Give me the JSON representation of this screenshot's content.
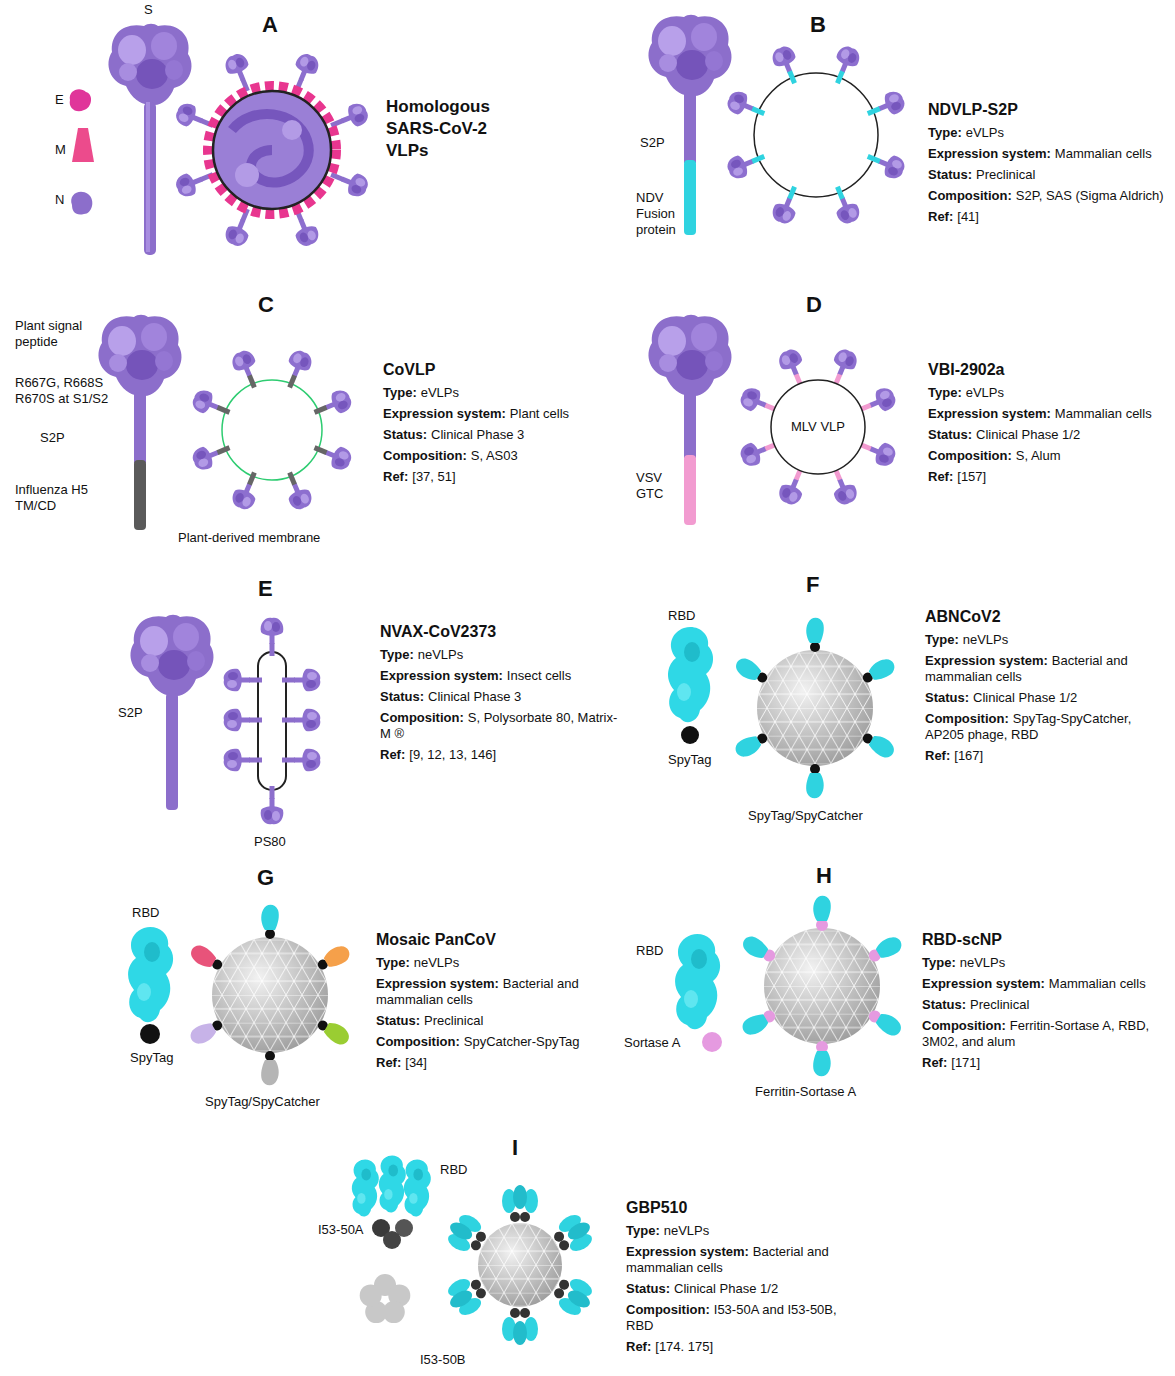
{
  "diagram": {
    "nodes": [
      {
        "text": [
          "MLV VLP"
        ]
      }
    ],
    "labels": [
      "A",
      "S",
      "E",
      "M",
      "N",
      "Homologous SARS-CoV-2 VLPs",
      "B",
      "S2P",
      "NDV Fusion protein",
      "NDVLP-S2P",
      "Type:",
      "eVLPs",
      "Expression system:",
      "Mammalian cells",
      "Status:",
      "Preclinical",
      "Composition:",
      "S2P, SAS (Sigma Aldrich)",
      "Ref:",
      "[41]",
      "C",
      "Plant signal peptide",
      "R667G, R668S R670S at S1/S2",
      "S2P",
      "Influenza H5 TM/CD",
      "Plant-derived membrane",
      "CoVLP",
      "Type:",
      "eVLPs",
      "Expression system:",
      "Plant cells",
      "Status:",
      "Clinical Phase 3",
      "Composition:",
      "S, AS03",
      "Ref:",
      "[37, 51]",
      "D",
      "VSV GTC",
      "VBI-2902a",
      "Type:",
      "eVLPs",
      "Expression system:",
      "Mammalian cells",
      "Status:",
      "Clinical Phase 1/2",
      "Composition:",
      "S, Alum",
      "Ref:",
      "[157]",
      "E",
      "S2P",
      "PS80",
      "NVAX-CoV2373",
      "Type:",
      "neVLPs",
      "Expression system:",
      "Insect cells",
      "Status:",
      "Clinical Phase 3",
      "Composition:",
      "S, Polysorbate 80, Matrix-M ®",
      "Ref:",
      "[9, 12, 13, 146]",
      "F",
      "RBD",
      "SpyTag",
      "SpyTag/SpyCatcher",
      "ABNCoV2",
      "Type:",
      "neVLPs",
      "Expression system:",
      "Bacterial and mammalian cells",
      "Status:",
      "Clinical Phase 1/2",
      "Composition:",
      "SpyTag-SpyCatcher, AP205 phage, RBD",
      "Ref:",
      "[167]",
      "G",
      "RBD",
      "SpyTag",
      "SpyTag/SpyCatcher",
      "Mosaic PanCoV",
      "Type:",
      "neVLPs",
      "Expression system:",
      "Bacterial and mammalian cells",
      "Status:",
      "Preclinical",
      "Composition:",
      "SpyCatcher-SpyTag",
      "Ref:",
      "[34]",
      "H",
      "RBD",
      "Sortase A",
      "Ferritin-Sortase A",
      "RBD-scNP",
      "Type:",
      "neVLPs",
      "Expression system:",
      "Mammalian cells",
      "Status:",
      "Preclinical",
      "Composition:",
      "Ferritin-Sortase A, RBD, 3M02, and alum",
      "Ref:",
      "[171]",
      "I",
      "RBD",
      "I53-50A",
      "I53-50B",
      "GBP510",
      "Type:",
      "neVLPs",
      "Expression system:",
      "Bacterial and mammalian cells",
      "Status:",
      "Clinical Phase 1/2",
      "Composition:",
      "I53-50A and I53-50B, RBD",
      "Ref:",
      "[174. 175]"
    ]
  }
}
